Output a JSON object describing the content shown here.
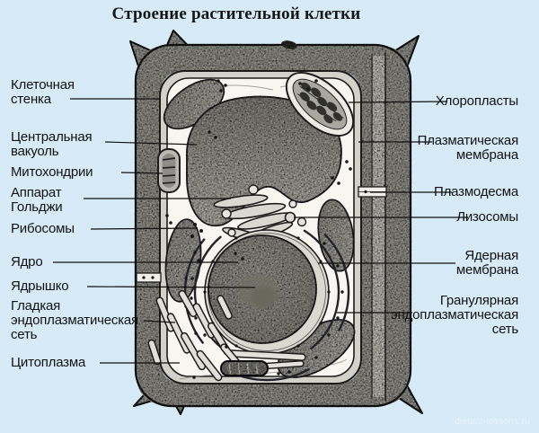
{
  "title": "Строение растительной клетки",
  "watermark": "distant-lessons.ru",
  "labels": {
    "left": [
      {
        "id": "cell-wall",
        "text": "Клеточная стенка"
      },
      {
        "id": "central-vacuole",
        "text": "Центральная вакуоль"
      },
      {
        "id": "mitochondria",
        "text": "Митохондрии"
      },
      {
        "id": "golgi-apparatus",
        "text": "Аппарат Гольджи"
      },
      {
        "id": "ribosomes",
        "text": "Рибосомы"
      },
      {
        "id": "nucleus",
        "text": "Ядро"
      },
      {
        "id": "nucleolus",
        "text": "Ядрышко"
      },
      {
        "id": "smooth-er",
        "text": "Гладкая эндоплазматическая сеть"
      },
      {
        "id": "cytoplasm",
        "text": "Цитоплазма"
      }
    ],
    "right": [
      {
        "id": "chloroplasts",
        "text": "Хлоропласты"
      },
      {
        "id": "plasma-membrane",
        "text": "Плазматическая мембрана"
      },
      {
        "id": "plasmodesma",
        "text": "Плазмодесма"
      },
      {
        "id": "lysosomes",
        "text": "Лизосомы"
      },
      {
        "id": "nuclear-membrane",
        "text": "Ядерная мембрана"
      },
      {
        "id": "granular-er",
        "text": "Гранулярная эндоплазматическая сеть"
      }
    ]
  },
  "colors": {
    "background": "#d6ebf7",
    "ink": "#1b1b1b",
    "wall_gray": "#96958e",
    "organelle_gray": "#a3a29b",
    "cytoplasm": "#f7f6f0"
  }
}
